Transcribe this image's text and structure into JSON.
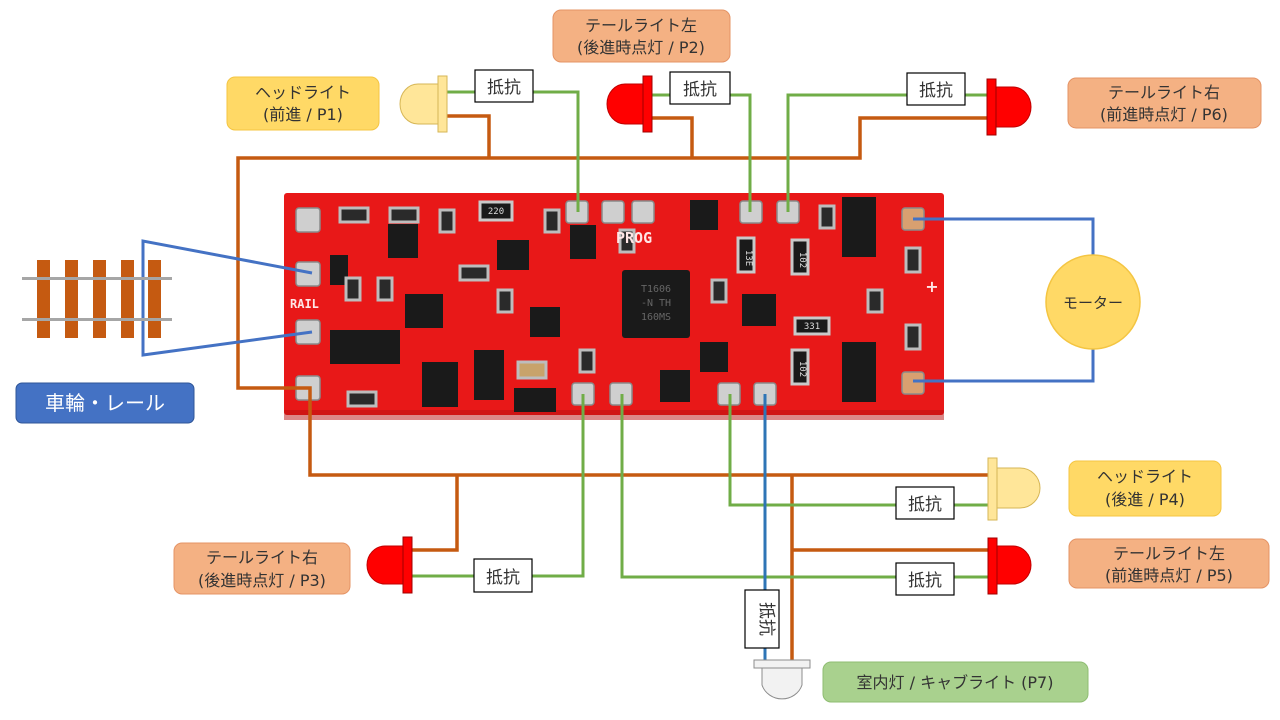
{
  "title": "DCC decoder wiring diagram",
  "colors": {
    "power_wire": "#c55a11",
    "function_wire": "#70ad47",
    "rail_motor_wire": "#4472c4",
    "cabin_wire": "#2e75b6",
    "pcb": "#ee1b1b",
    "led_red": "#ff0000",
    "led_yellow": "#ffe699",
    "led_white": "#f2f2f2",
    "label_yellow": "#ffd966",
    "label_orange": "#f4b183",
    "label_blue": "#4472c4",
    "label_green": "#a9d18e",
    "motor_fill": "#ffd966"
  },
  "labels": {
    "headlight_forward": {
      "line1": "ヘッドライト",
      "line2": "(前進 / P1)"
    },
    "taillight_left_rear": {
      "line1": "テールライト左",
      "line2": "(後進時点灯 / P2)"
    },
    "taillight_right_fwd": {
      "line1": "テールライト右",
      "line2": "(前進時点灯 / P6)"
    },
    "headlight_reverse": {
      "line1": "ヘッドライト",
      "line2": "(後進 / P4)"
    },
    "taillight_left_fwd": {
      "line1": "テールライト左",
      "line2": "(前進時点灯 / P5)"
    },
    "taillight_right_rear": {
      "line1": "テールライト右",
      "line2": "(後進時点灯 / P3)"
    },
    "cabin_light": "室内灯 / キャブライト (P7)",
    "rail": "車輪・レール",
    "motor": "モーター"
  },
  "resistor_label": "抵抗",
  "pcb": {
    "silk_prog": "PROG",
    "silk_rail": "RAIL",
    "chip_main": [
      "T1606",
      "-N TH",
      "160MS"
    ],
    "resistor_codes": [
      "220",
      "13E",
      "102",
      "331",
      "102"
    ]
  }
}
